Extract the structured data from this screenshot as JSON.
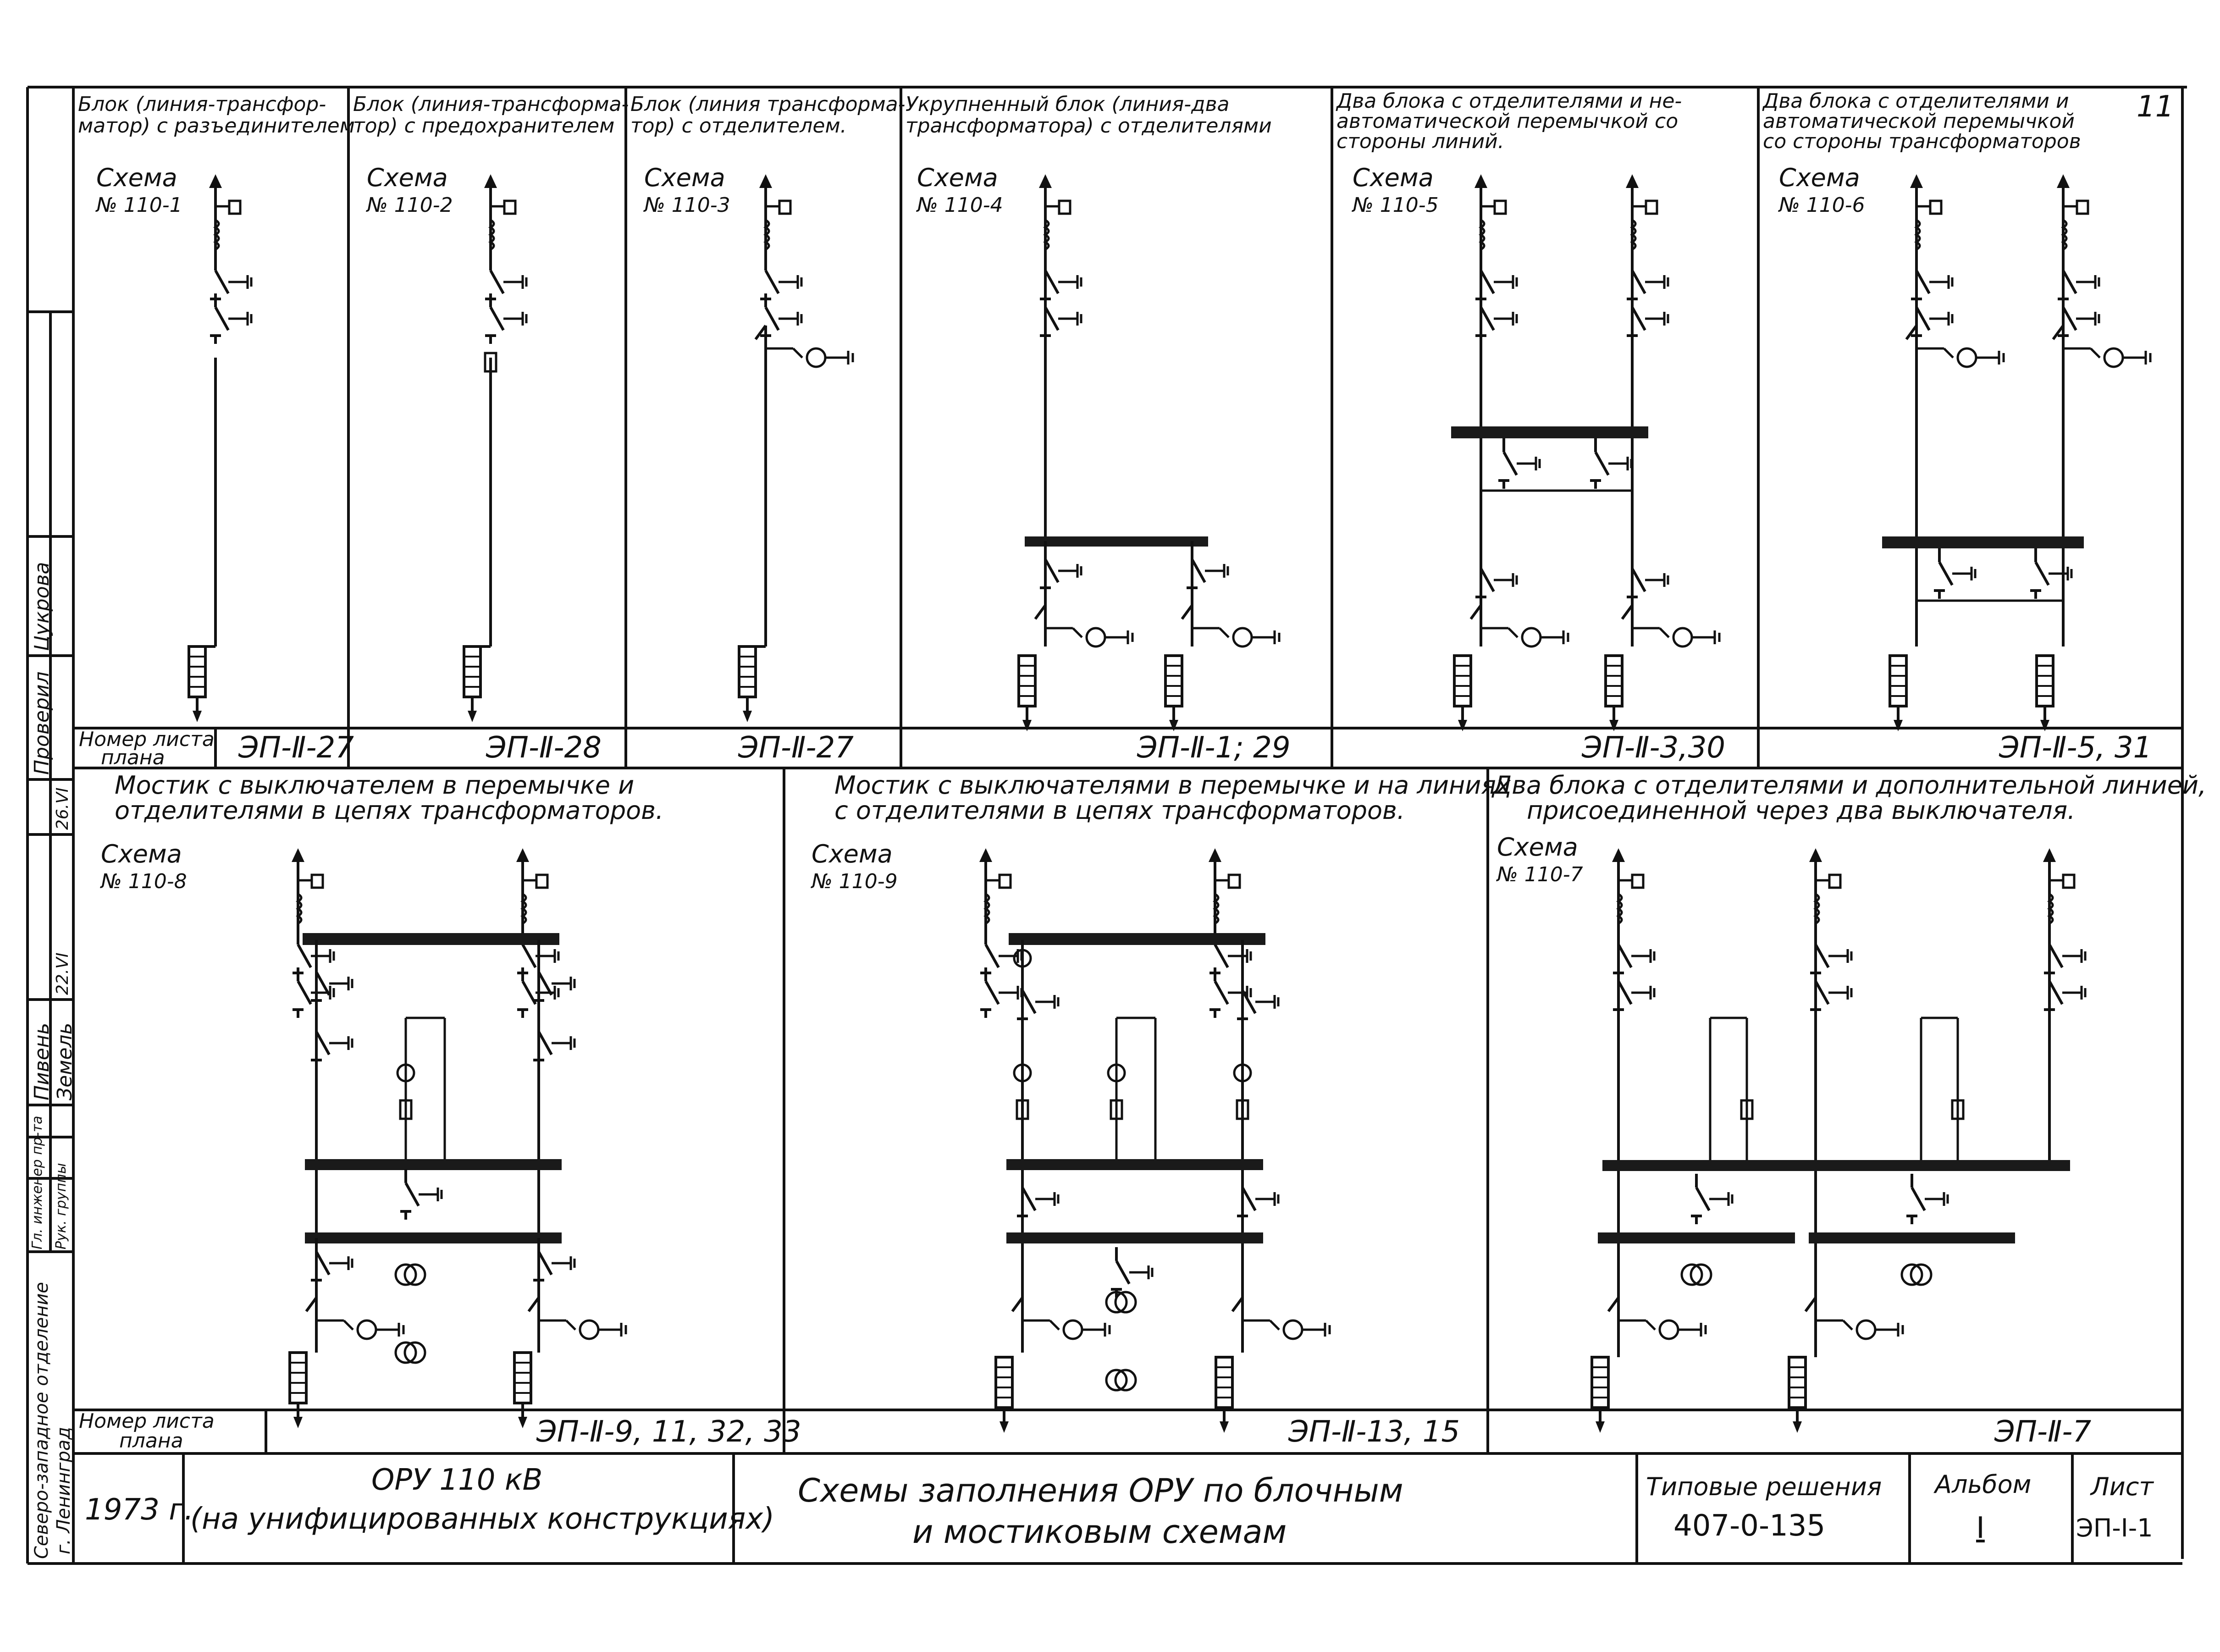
{
  "sheet_number": "11",
  "side_stamp": {
    "org_line1": "Северо-западное отделение",
    "org_line2": "г. Ленинград",
    "roles": [
      "Гл. инженер пр-та",
      "Рук. группы",
      "Проверил",
      "Пивень",
      "Земель",
      "Цукрова"
    ],
    "date": "26.VI",
    "initials": "22.VI"
  },
  "top_panels": [
    {
      "title_line1": "Блок (линия-трансфор-",
      "title_line2": "матор) с разъединителем",
      "scheme_label": "Схема",
      "scheme_no": "№ 110-1",
      "plan_sheet": "ЭП-Ⅱ-27"
    },
    {
      "title_line1": "Блок (линия-трансформа-",
      "title_line2": "тор) с предохранителем",
      "scheme_label": "Схема",
      "scheme_no": "№ 110-2",
      "plan_sheet": "ЭП-Ⅱ-28"
    },
    {
      "title_line1": "Блок (линия трансформа-",
      "title_line2": "тор) с отделителем.",
      "scheme_label": "Схема",
      "scheme_no": "№ 110-3",
      "plan_sheet": "ЭП-Ⅱ-27"
    },
    {
      "title_line1": "Укрупненный блок (линия-два",
      "title_line2": "трансформатора) с отделителями",
      "scheme_label": "Схема",
      "scheme_no": "№ 110-4",
      "plan_sheet": "ЭП-Ⅱ-1; 29"
    },
    {
      "title_line1": "Два блока с отделителями и не-",
      "title_line2": "автоматической перемычкой со",
      "title_line3": "стороны линий.",
      "scheme_label": "Схема",
      "scheme_no": "№ 110-5",
      "plan_sheet": "ЭП-Ⅱ-3,30"
    },
    {
      "title_line1": "Два блока с отделителями и",
      "title_line2": "автоматической перемычкой",
      "title_line3": "со стороны трансформаторов",
      "scheme_label": "Схема",
      "scheme_no": "№ 110-6",
      "plan_sheet": "ЭП-Ⅱ-5, 31"
    }
  ],
  "plan_label_line1": "Номер листа",
  "plan_label_line2": "плана",
  "bottom_panels": [
    {
      "title_line1": "Мостик с выключателем в перемычке и",
      "title_line2": "отделителями в цепях трансформаторов.",
      "scheme_label": "Схема",
      "scheme_no": "№ 110-8",
      "plan_sheet": "ЭП-Ⅱ-9, 11, 32, 33"
    },
    {
      "title_line1": "Мостик с выключателями в перемычке и на линиях",
      "title_line2": "с отделителями в цепях трансформаторов.",
      "scheme_label": "Схема",
      "scheme_no": "№ 110-9",
      "plan_sheet": "ЭП-Ⅱ-13, 15"
    },
    {
      "title_line1": "Два блока с отделителями и дополнительной линией,",
      "title_line2": "присоединенной через два выключателя.",
      "scheme_label": "Схема",
      "scheme_no": "№ 110-7",
      "plan_sheet": "ЭП-Ⅱ-7"
    }
  ],
  "title_block": {
    "year": "1973 г.",
    "subject_line1": "ОРУ 110 кВ",
    "subject_line2": "(на унифицированных конструкциях)",
    "drawing_title_line1": "Схемы заполнения ОРУ по блочным",
    "drawing_title_line2": "и мостиковым схемам",
    "series_label": "Типовые решения",
    "series_number": "407-0-135",
    "album_label": "Альбом",
    "album_value": "Ⅰ",
    "sheet_label": "Лист",
    "sheet_value": "ЭП-Ⅰ-1"
  },
  "colors": {
    "ink": "#111111",
    "paper": "#ffffff",
    "bus": "#1a1a1a"
  }
}
